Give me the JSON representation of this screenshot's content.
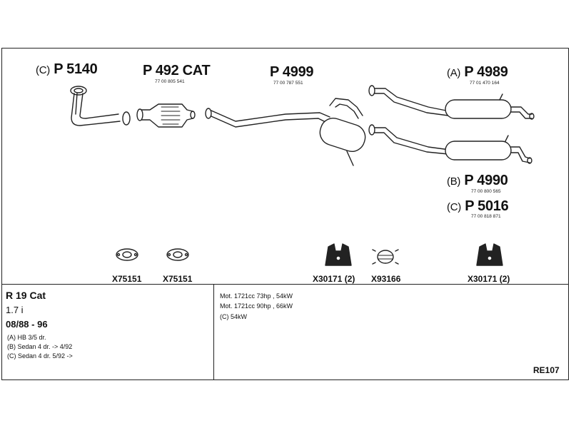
{
  "parts": [
    {
      "prefix": "(C)",
      "number": "P 5140",
      "oem": ""
    },
    {
      "prefix": "",
      "number": "P 492 CAT",
      "oem": "77 00 805 541"
    },
    {
      "prefix": "",
      "number": "P 4999",
      "oem": "77 00 787 551"
    },
    {
      "prefix": "(A)",
      "number": "P 4989",
      "oem": "77 01 470 164"
    },
    {
      "prefix": "(B)",
      "number": "P 4990",
      "oem": "77 00 800 565"
    },
    {
      "prefix": "(C)",
      "number": "P 5016",
      "oem": "77 00 818 871"
    }
  ],
  "accessories": [
    "X75151",
    "X75151",
    "X30171 (2)",
    "X93166",
    "X30171 (2)"
  ],
  "vehicle": {
    "model": "R 19 Cat",
    "engine": "1.7 i",
    "years": "08/88 - 96",
    "variants": [
      "(A) HB 3/5 dr.",
      "(B) Sedan 4 dr. -> 4/92",
      "(C) Sedan 4 dr. 5/92 ->"
    ]
  },
  "motors": [
    "Mot. 1721cc 73hp , 54kW",
    "Mot. 1721cc 90hp , 66kW",
    "(C) 54kW"
  ],
  "ref_code": "RE107"
}
